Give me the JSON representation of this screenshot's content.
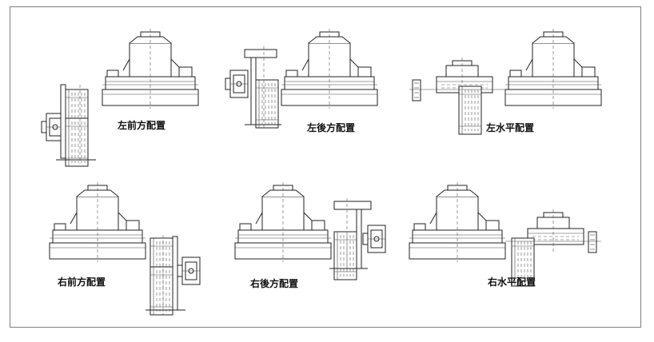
{
  "diagram": {
    "panels": [
      {
        "id": "left-front",
        "label": "左前方配置"
      },
      {
        "id": "left-rear",
        "label": "左後方配置"
      },
      {
        "id": "left-horizontal",
        "label": "左水平配置"
      },
      {
        "id": "right-front",
        "label": "右前方配置"
      },
      {
        "id": "right-rear",
        "label": "右後方配置"
      },
      {
        "id": "right-horizontal",
        "label": "右水平配置"
      }
    ]
  }
}
